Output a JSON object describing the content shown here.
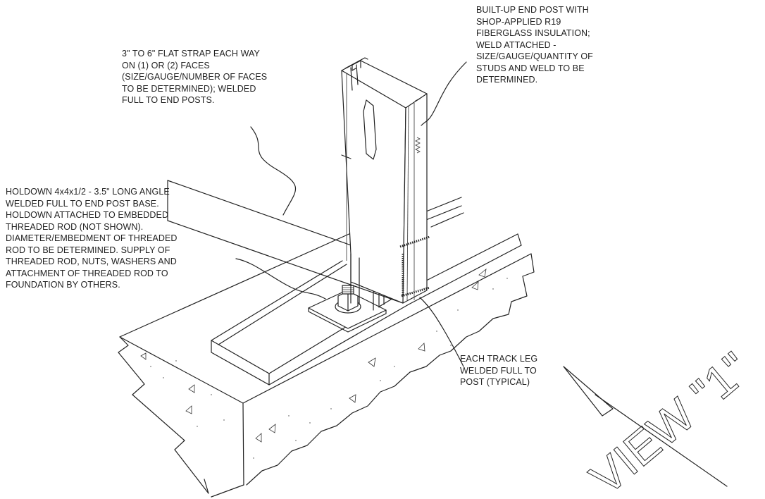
{
  "notes": {
    "flat_strap": [
      "3\" TO 6\" FLAT STRAP EACH WAY",
      "ON (1) OR (2) FACES",
      "(SIZE/GAUGE/NUMBER OF FACES",
      "TO BE DETERMINED); WELDED",
      "FULL TO END POSTS."
    ],
    "end_post": [
      "BUILT-UP END POST WITH",
      "SHOP-APPLIED R19",
      "FIBERGLASS INSULATION;",
      "WELD ATTACHED -",
      "SIZE/GAUGE/QUANTITY OF",
      "STUDS AND WELD TO BE",
      "DETERMINED."
    ],
    "holdown": [
      "HOLDOWN 4x4x1/2 - 3.5\" LONG ANGLE",
      "WELDED FULL TO END POST BASE.",
      "HOLDOWN ATTACHED TO EMBEDDED",
      "THREADED ROD (NOT SHOWN).",
      "DIAMETER/EMBEDMENT OF THREADED",
      "ROD TO BE DETERMINED.  SUPPLY OF",
      "THREADED ROD, NUTS, WASHERS AND",
      "ATTACHMENT OF THREADED ROD TO",
      "FOUNDATION BY OTHERS."
    ],
    "track_leg": [
      "EACH TRACK LEG",
      "WELDED FULL TO",
      "POST (TYPICAL)"
    ]
  },
  "view_label": "VIEW \"1\""
}
